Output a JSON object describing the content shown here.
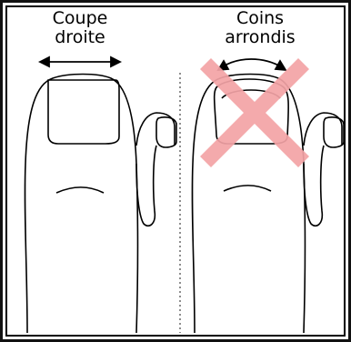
{
  "left_panel": {
    "label_line1": "Coupe",
    "label_line2": "droite"
  },
  "right_panel": {
    "label_line1": "Coins",
    "label_line2": "arrondis",
    "cross_color": "#f4a3a6"
  },
  "colors": {
    "outline": "#000000",
    "background": "#ffffff"
  }
}
